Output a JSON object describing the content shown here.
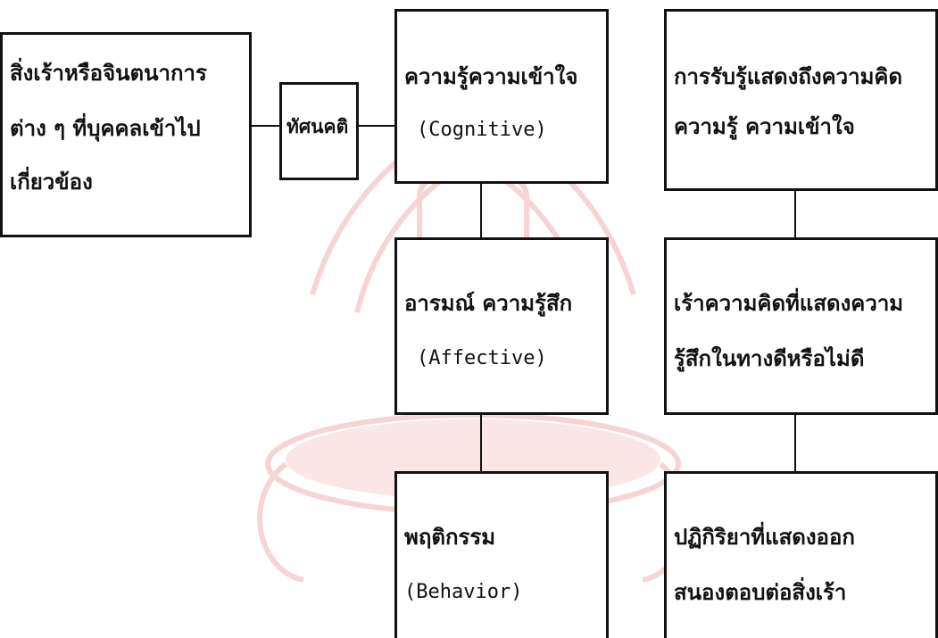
{
  "diagram": {
    "stimulus_box": {
      "lines": [
        "สิ่งเร้าหรือจินตนาการ",
        "ต่าง ๆ ที่บุคคลเข้าไป",
        "เกี่ยวข้อง"
      ]
    },
    "attitude_box": {
      "label": "ทัศนคติ"
    },
    "cognitive_box": {
      "thai": "ความรู้ความเข้าใจ",
      "english": "(Cognitive)"
    },
    "affective_box": {
      "thai": "อารมณ์ ความรู้สึก",
      "english": "(Affective)"
    },
    "behavior_box": {
      "thai": "พฤติกรรม",
      "english": "(Behavior)"
    },
    "desc_cognitive": {
      "lines": [
        "การรับรู้แสดงถึงความคิด",
        "ความรู้ ความเข้าใจ"
      ]
    },
    "desc_affective": {
      "lines": [
        "เร้าความคิดที่แสดงความ",
        "รู้สึกในทางดีหรือไม่ดี"
      ]
    },
    "desc_behavior": {
      "lines": [
        "ปฏิกิริยาที่แสดงออก",
        "สนองตอบต่อสิ่งเร้า"
      ]
    }
  },
  "colors": {
    "ink": "#111111",
    "watermark": "#f3c6c6"
  }
}
